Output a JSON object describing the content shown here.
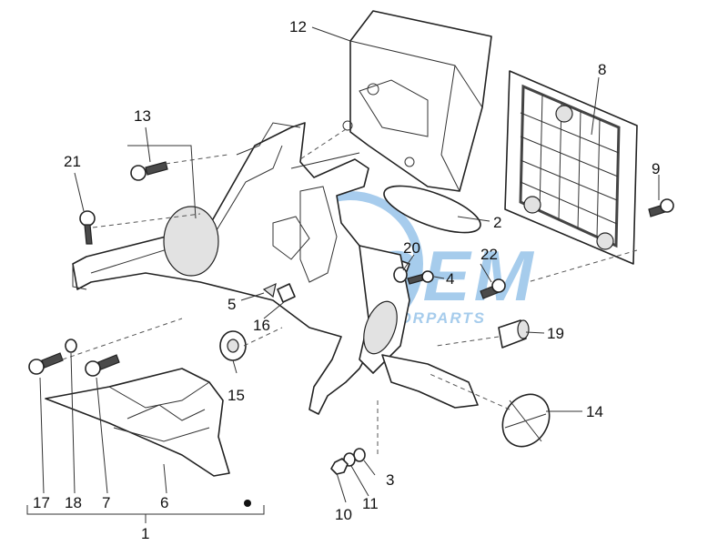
{
  "diagram": {
    "callouts": [
      {
        "id": "c1",
        "label": "1"
      },
      {
        "id": "c2",
        "label": "2"
      },
      {
        "id": "c3",
        "label": "3"
      },
      {
        "id": "c4",
        "label": "4"
      },
      {
        "id": "c5",
        "label": "5"
      },
      {
        "id": "c6",
        "label": "6"
      },
      {
        "id": "c7",
        "label": "7"
      },
      {
        "id": "c8",
        "label": "8"
      },
      {
        "id": "c9",
        "label": "9"
      },
      {
        "id": "c10",
        "label": "10"
      },
      {
        "id": "c11",
        "label": "11"
      },
      {
        "id": "c12",
        "label": "12"
      },
      {
        "id": "c13",
        "label": "13"
      },
      {
        "id": "c14",
        "label": "14"
      },
      {
        "id": "c15",
        "label": "15"
      },
      {
        "id": "c16",
        "label": "16"
      },
      {
        "id": "c17",
        "label": "17"
      },
      {
        "id": "c18",
        "label": "18"
      },
      {
        "id": "c19",
        "label": "19"
      },
      {
        "id": "c20",
        "label": "20"
      },
      {
        "id": "c21",
        "label": "21"
      },
      {
        "id": "c22",
        "label": "22"
      }
    ]
  },
  "watermark": {
    "brand": "OEM",
    "tagline": "MOTORPARTS",
    "color": "#3b8fd6"
  }
}
